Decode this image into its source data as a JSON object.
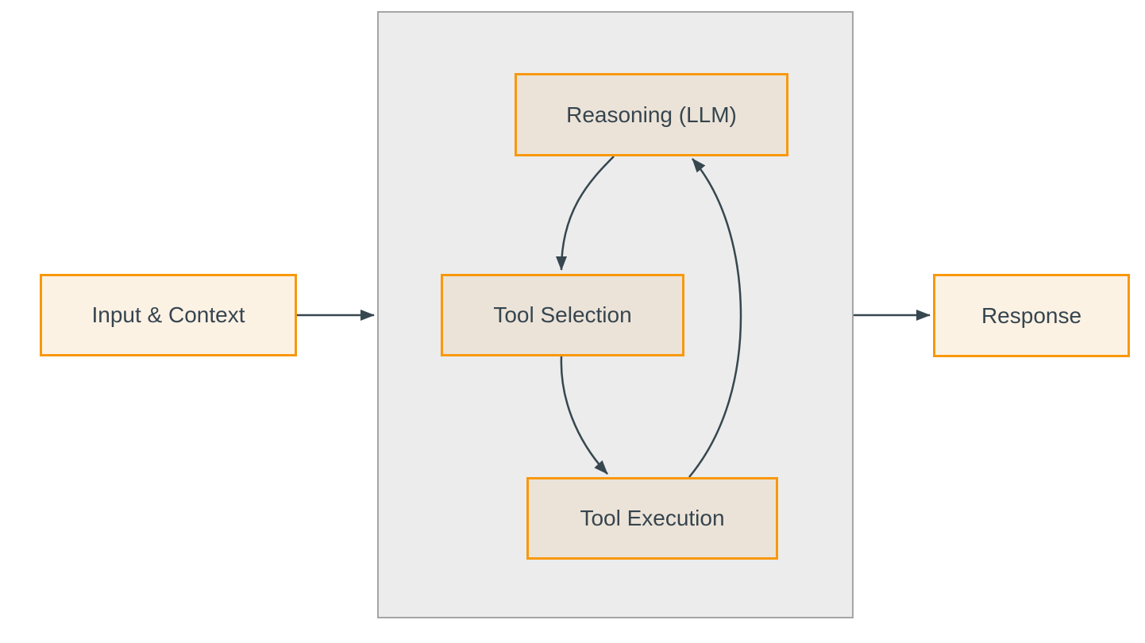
{
  "palette": {
    "page_background": "#FFFFFF",
    "node_border": "#F8980B",
    "node_fill_light": "#FCF2E4",
    "node_fill_shaded": "#ECE3D8",
    "container_fill": "#ECECEC",
    "container_border": "#A5A5A5",
    "text": "#36454F",
    "arrow": "#37474F"
  },
  "diagram": {
    "nodes": {
      "input": {
        "label": "Input & Context"
      },
      "reasoning": {
        "label": "Reasoning (LLM)"
      },
      "tool_selection": {
        "label": "Tool Selection"
      },
      "tool_execution": {
        "label": "Tool Execution"
      },
      "response": {
        "label": "Response"
      }
    },
    "container": {
      "role": "agent-loop-group",
      "label": ""
    },
    "edges": [
      {
        "from": "input",
        "to": "agent_loop_container",
        "style": "straight-arrow"
      },
      {
        "from": "reasoning",
        "to": "tool_selection",
        "style": "curved-arrow"
      },
      {
        "from": "tool_selection",
        "to": "tool_execution",
        "style": "curved-arrow"
      },
      {
        "from": "tool_execution",
        "to": "reasoning",
        "style": "curved-arrow"
      },
      {
        "from": "agent_loop_container",
        "to": "response",
        "style": "straight-arrow"
      }
    ]
  }
}
